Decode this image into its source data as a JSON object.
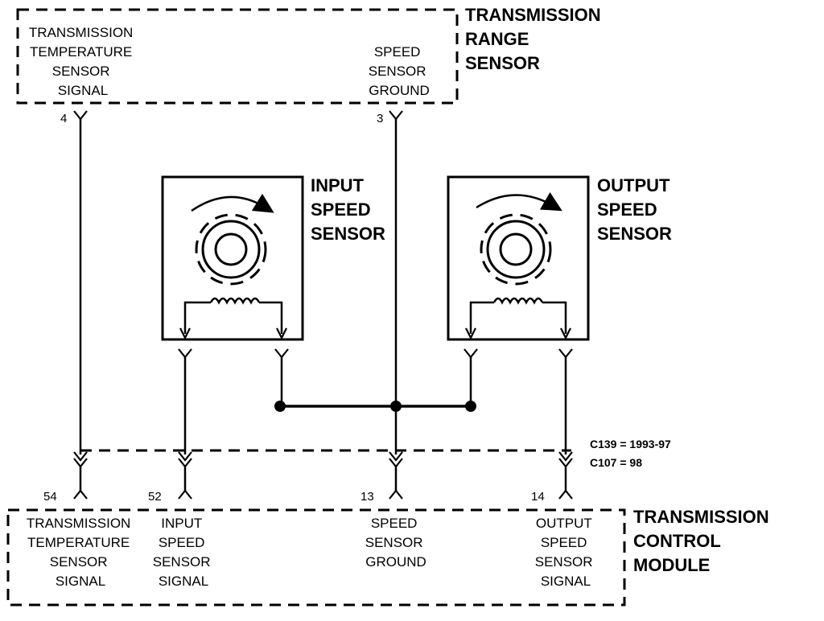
{
  "range_sensor": {
    "title": [
      "TRANSMISSION",
      "RANGE",
      "SENSOR"
    ],
    "temp_signal": [
      "TRANSMISSION",
      "TEMPERATURE",
      "SENSOR",
      "SIGNAL"
    ],
    "speed_ground": [
      "SPEED",
      "SENSOR",
      "GROUND"
    ],
    "pin_temp": "4",
    "pin_ground": "3"
  },
  "input_sensor": {
    "title": [
      "INPUT",
      "SPEED",
      "SENSOR"
    ]
  },
  "output_sensor": {
    "title": [
      "OUTPUT",
      "SPEED",
      "SENSOR"
    ]
  },
  "connector_note": [
    "C139 = 1993-97",
    "C107 = 98"
  ],
  "control_module": {
    "title": [
      "TRANSMISSION",
      "CONTROL",
      "MODULE"
    ],
    "pins": [
      "54",
      "52",
      "13",
      "14"
    ],
    "temp_signal": [
      "TRANSMISSION",
      "TEMPERATURE",
      "SENSOR",
      "SIGNAL"
    ],
    "input_signal": [
      "INPUT",
      "SPEED",
      "SENSOR",
      "SIGNAL"
    ],
    "ground": [
      "SPEED",
      "SENSOR",
      "GROUND"
    ],
    "output_signal": [
      "OUTPUT",
      "SPEED",
      "SENSOR",
      "SIGNAL"
    ]
  }
}
